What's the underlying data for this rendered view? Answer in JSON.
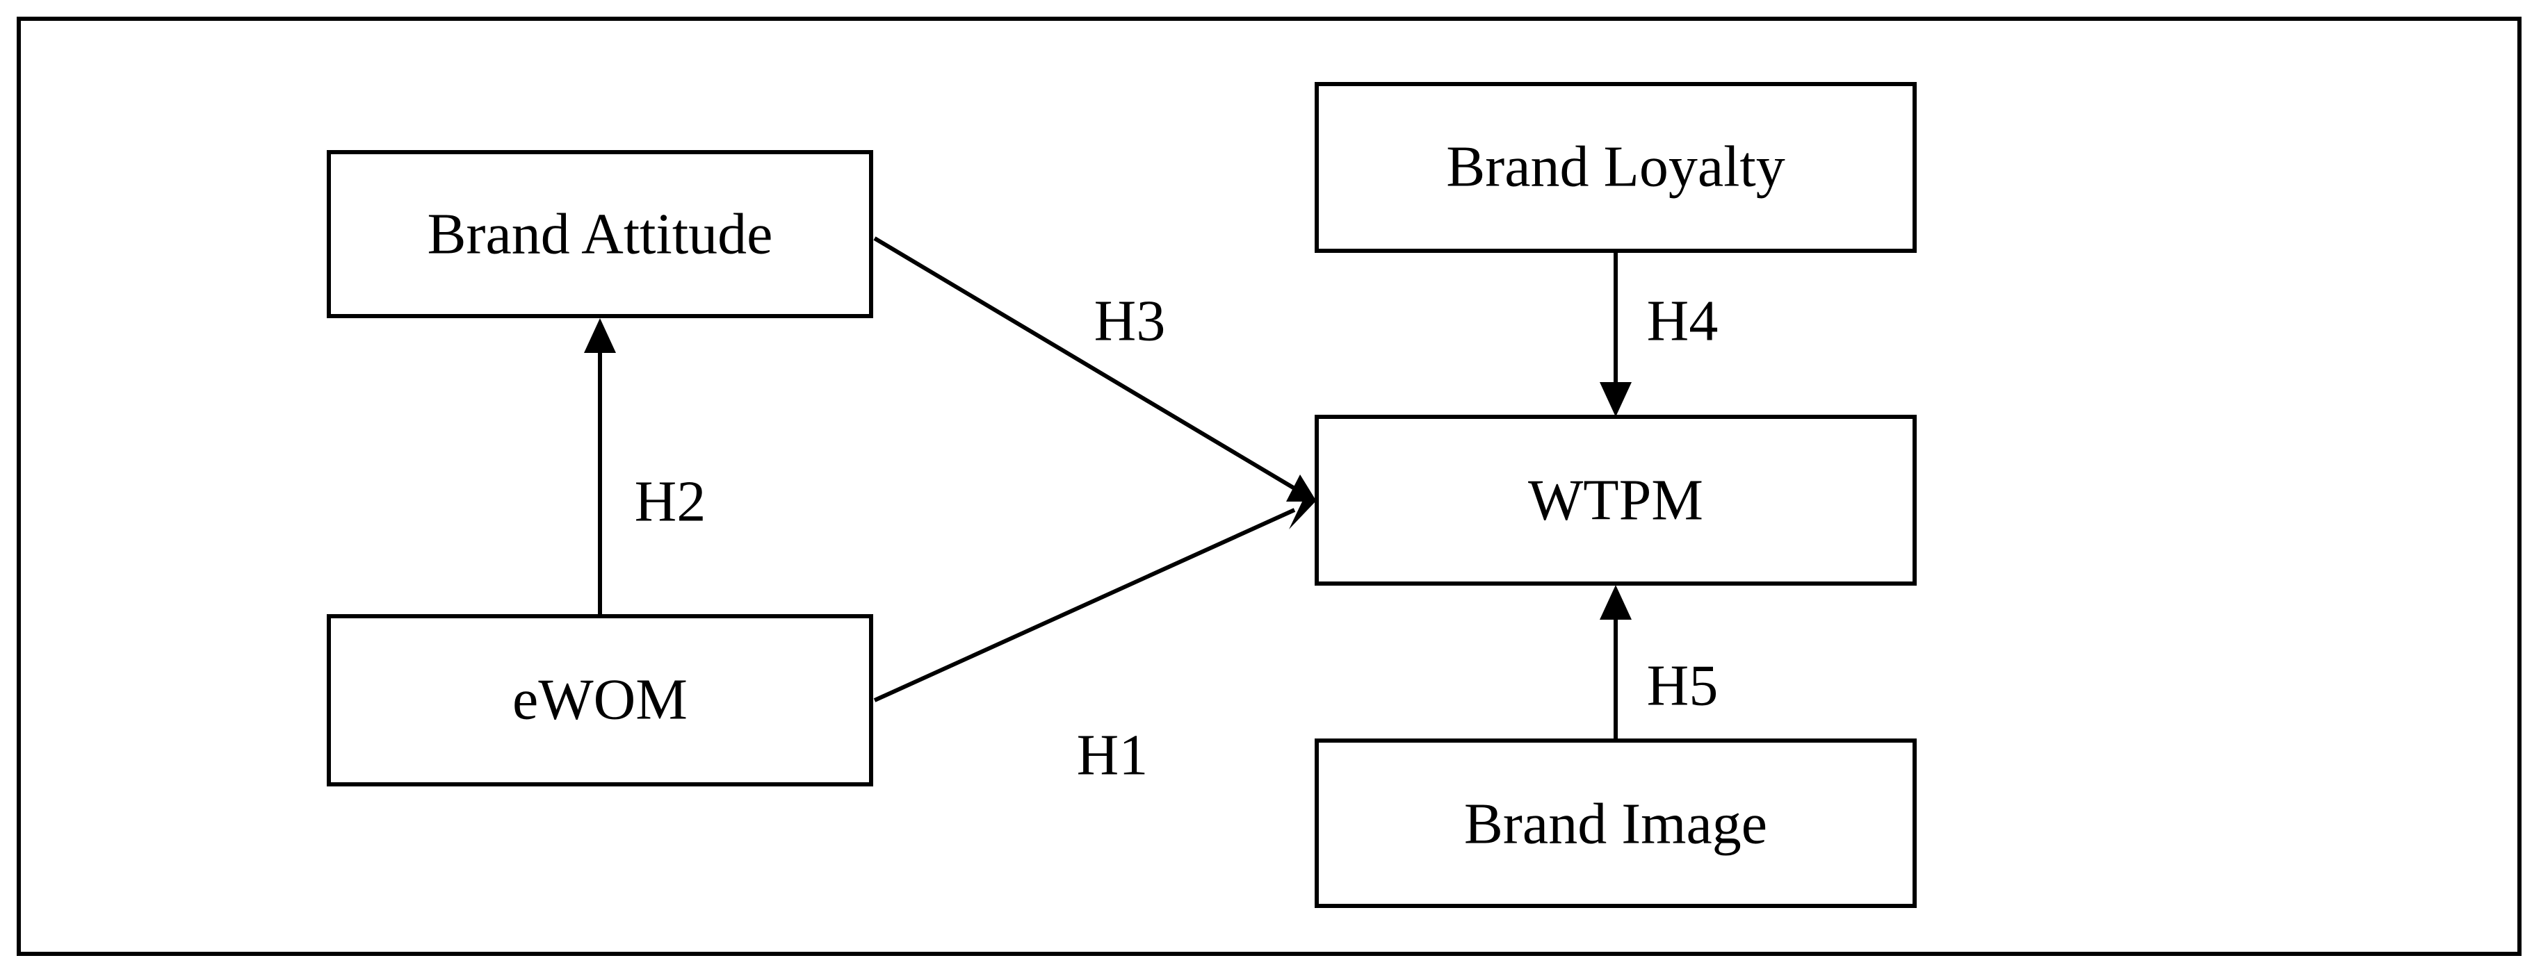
{
  "nodes": {
    "brand_attitude": "Brand Attitude",
    "ewom": "eWOM",
    "brand_loyalty": "Brand Loyalty",
    "wtpm": "WTPM",
    "brand_image": "Brand Image"
  },
  "edges": {
    "h1": "H1",
    "h2": "H2",
    "h3": "H3",
    "h4": "H4",
    "h5": "H5"
  },
  "colors": {
    "stroke": "#000000",
    "background": "#ffffff"
  }
}
